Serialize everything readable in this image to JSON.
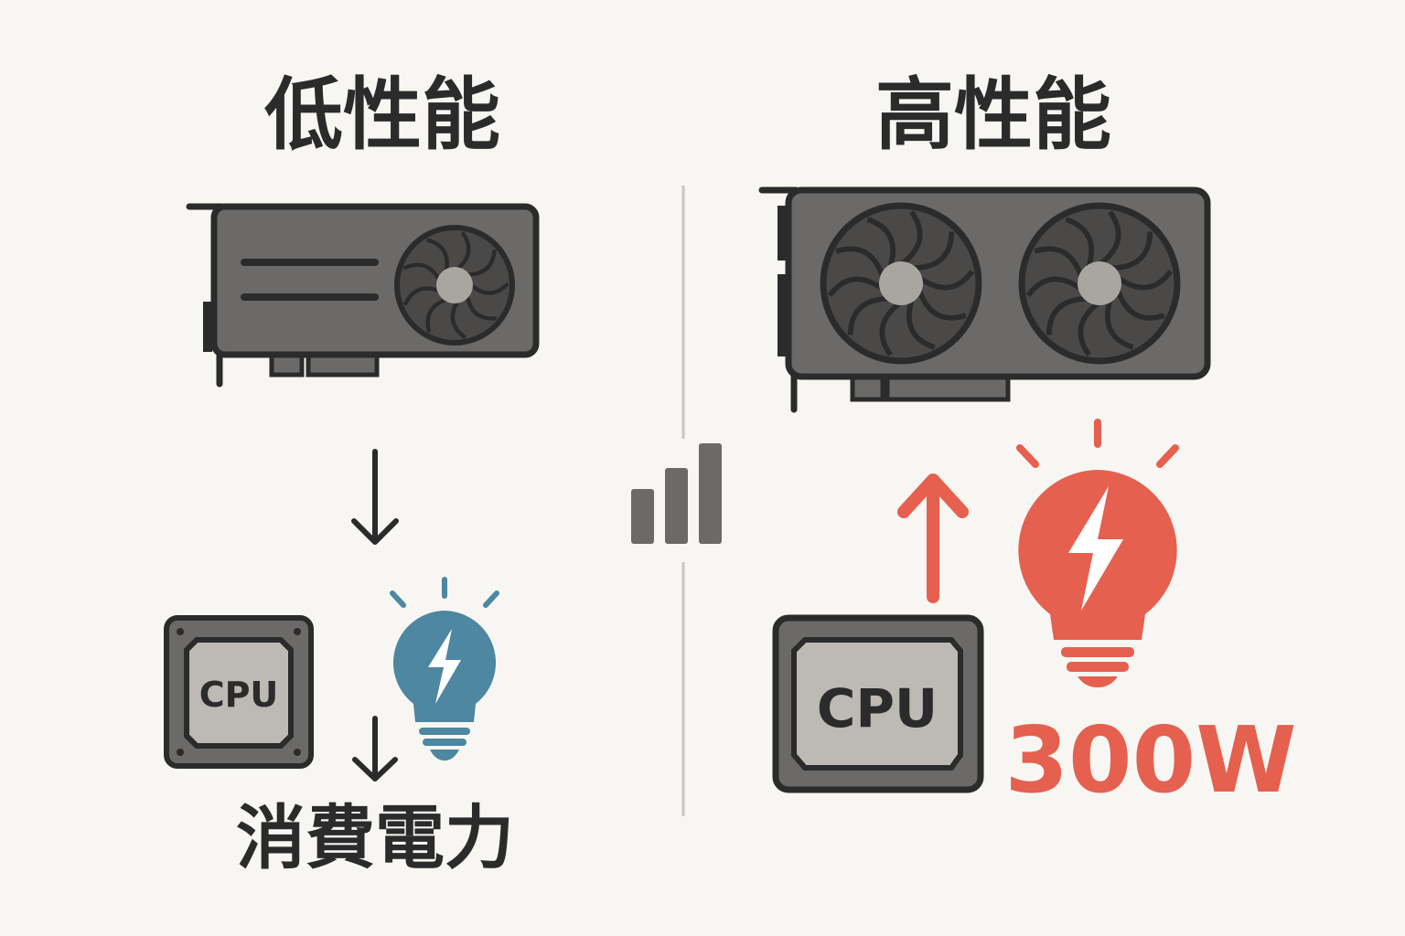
{
  "left": {
    "title": "低性能",
    "cpu_label": "CPU",
    "power_label": "消費電力",
    "bulb_color": "#4d87a1"
  },
  "right": {
    "title": "高性能",
    "cpu_label": "CPU",
    "power_value": "300W",
    "accent_color": "#e5604f"
  },
  "center": {
    "icon": "bar-chart-icon"
  }
}
